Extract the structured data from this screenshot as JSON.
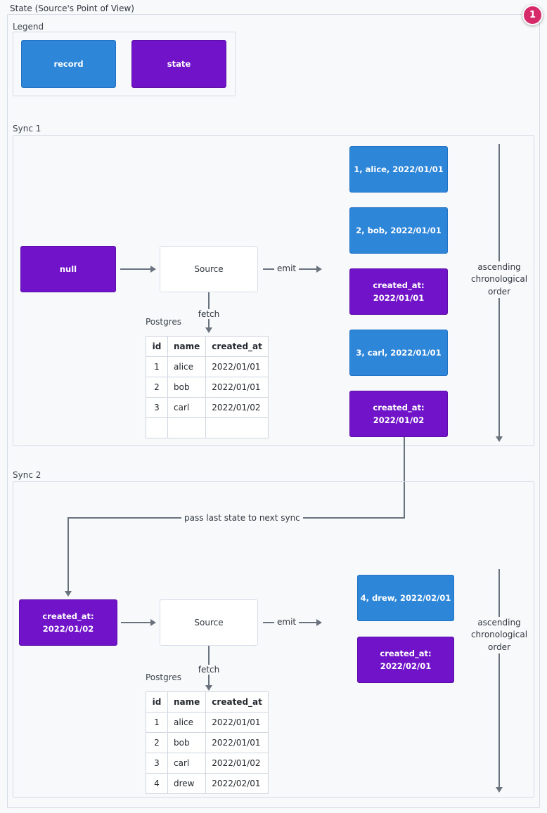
{
  "page": {
    "title": "State (Source's Point of View)",
    "badge": "1"
  },
  "colors": {
    "record": "#2e86d8",
    "record_border": "#2272c3",
    "state": "#7113c8",
    "state_border": "#5c0ea8",
    "arrow": "#6a737d",
    "badge": "#d62a6a"
  },
  "legend": {
    "label": "Legend",
    "items": [
      {
        "type": "record",
        "label": "record"
      },
      {
        "type": "state",
        "label": "state"
      }
    ]
  },
  "sync1": {
    "label": "Sync 1",
    "input_state": "null",
    "source": "Source",
    "emit": "emit",
    "fetch": "fetch",
    "postgres": "Postgres",
    "order": "ascending chronological order",
    "emitted": [
      {
        "type": "record",
        "text": "1, alice, 2022/01/01"
      },
      {
        "type": "record",
        "text": "2, bob, 2022/01/01"
      },
      {
        "type": "state",
        "text": "created_at: 2022/01/01"
      },
      {
        "type": "record",
        "text": "3, carl, 2022/01/01"
      },
      {
        "type": "state",
        "text": "created_at: 2022/01/02"
      }
    ],
    "table": {
      "headers": [
        "id",
        "name",
        "created_at"
      ],
      "rows": [
        [
          "1",
          "alice",
          "2022/01/01"
        ],
        [
          "2",
          "bob",
          "2022/01/01"
        ],
        [
          "3",
          "carl",
          "2022/01/02"
        ],
        [
          "",
          "",
          ""
        ]
      ]
    }
  },
  "connector": {
    "pass_label": "pass last state to next sync"
  },
  "sync2": {
    "label": "Sync 2",
    "input_state": "created_at: 2022/01/02",
    "source": "Source",
    "emit": "emit",
    "fetch": "fetch",
    "postgres": "Postgres",
    "order": "ascending chronological order",
    "emitted": [
      {
        "type": "record",
        "text": "4, drew, 2022/02/01"
      },
      {
        "type": "state",
        "text": "created_at: 2022/02/01"
      }
    ],
    "table": {
      "headers": [
        "id",
        "name",
        "created_at"
      ],
      "rows": [
        [
          "1",
          "alice",
          "2022/01/01"
        ],
        [
          "2",
          "bob",
          "2022/01/01"
        ],
        [
          "3",
          "carl",
          "2022/01/02"
        ],
        [
          "4",
          "drew",
          "2022/02/01"
        ]
      ]
    }
  }
}
